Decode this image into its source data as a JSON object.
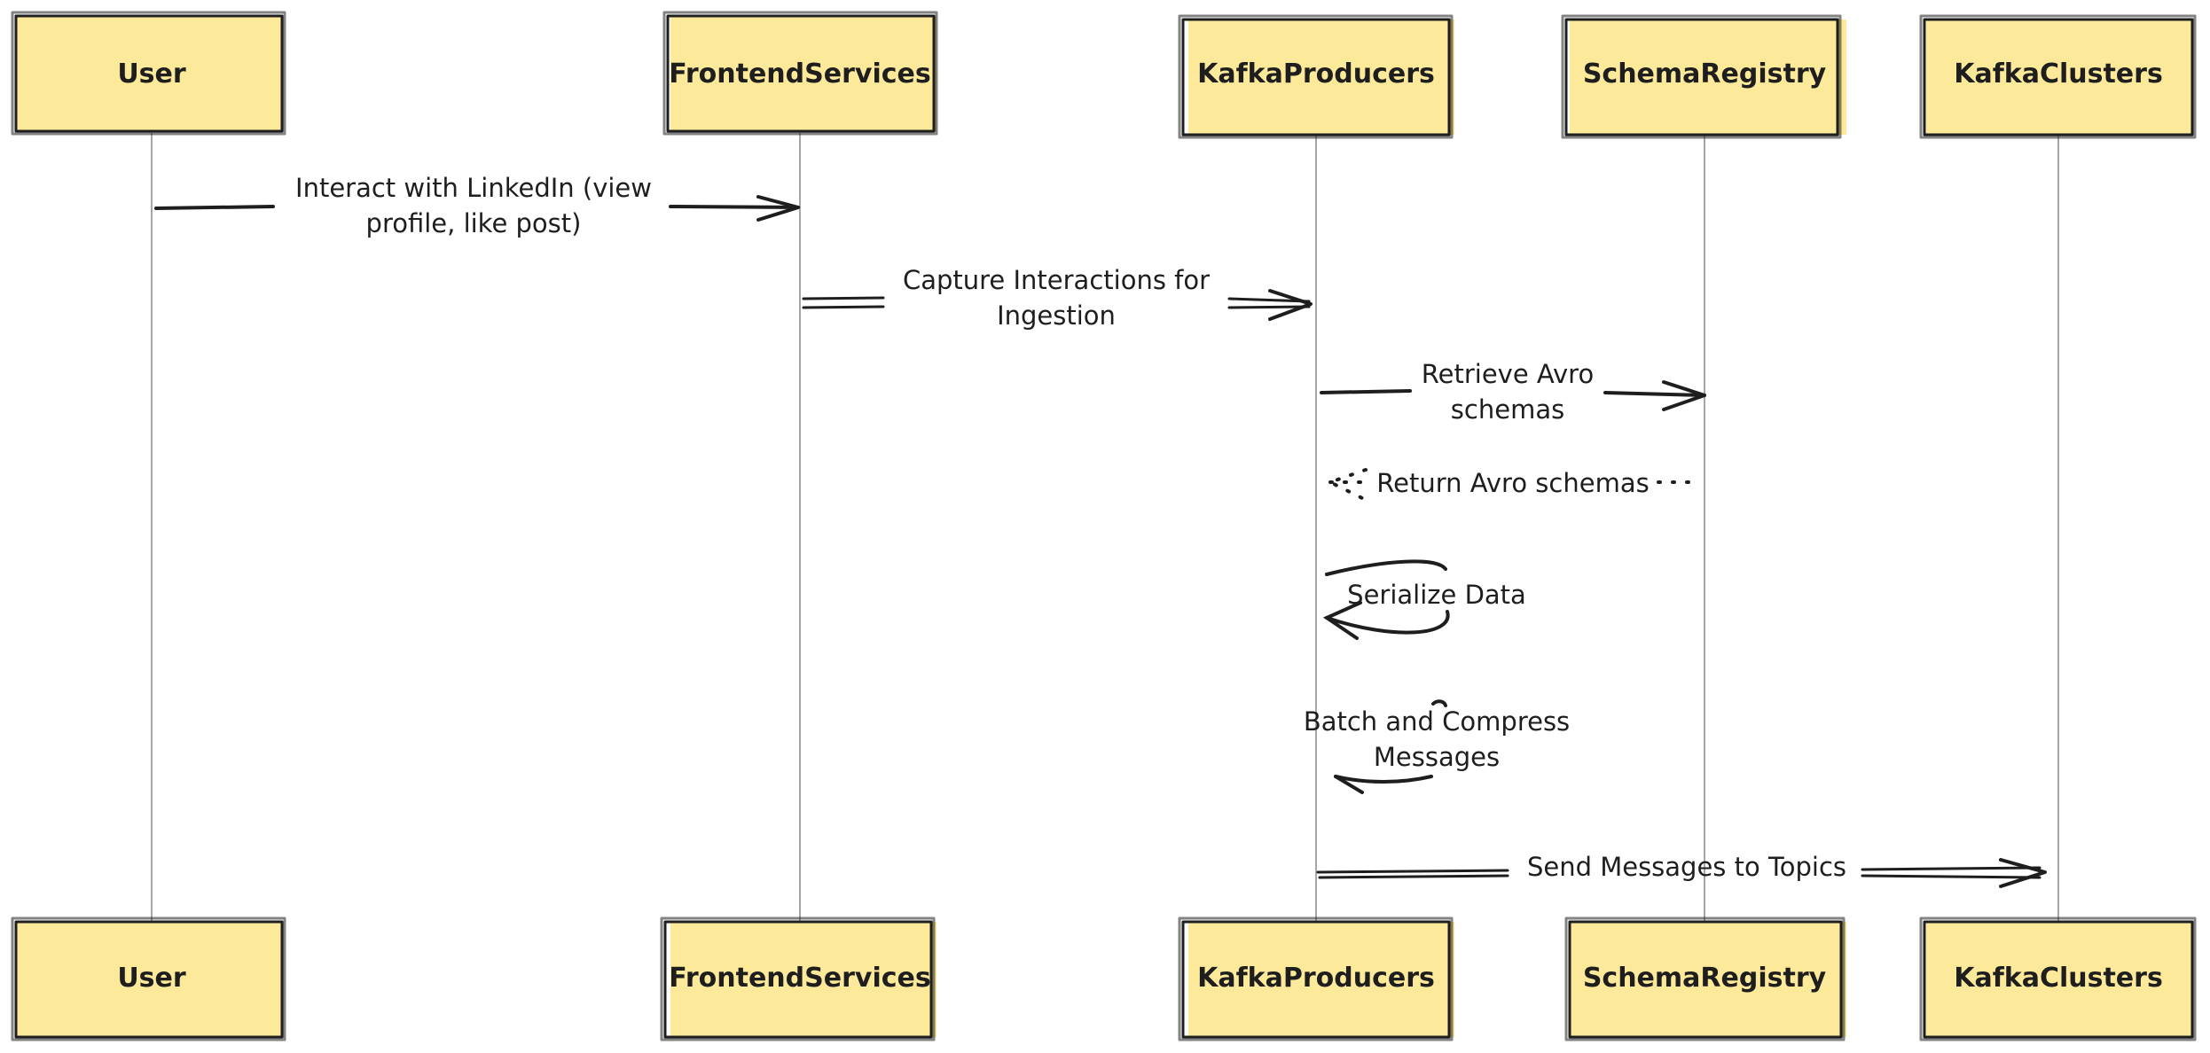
{
  "participants": [
    {
      "id": "user",
      "label": "User"
    },
    {
      "id": "frontend",
      "label": "FrontendServices"
    },
    {
      "id": "producers",
      "label": "KafkaProducers"
    },
    {
      "id": "registry",
      "label": "SchemaRegistry"
    },
    {
      "id": "clusters",
      "label": "KafkaClusters"
    }
  ],
  "messages": [
    {
      "from": "User",
      "to": "FrontendServices",
      "style": "solid",
      "lines": [
        "Interact with LinkedIn (view",
        "profile, like post)"
      ]
    },
    {
      "from": "FrontendServices",
      "to": "KafkaProducers",
      "style": "double",
      "lines": [
        "Capture Interactions for",
        "Ingestion"
      ]
    },
    {
      "from": "KafkaProducers",
      "to": "SchemaRegistry",
      "style": "solid",
      "lines": [
        "Retrieve Avro",
        "schemas"
      ]
    },
    {
      "from": "SchemaRegistry",
      "to": "KafkaProducers",
      "style": "dotted",
      "lines": [
        "Return Avro schemas"
      ]
    },
    {
      "from": "KafkaProducers",
      "to": "KafkaProducers",
      "style": "self",
      "lines": [
        "Serialize Data"
      ]
    },
    {
      "from": "KafkaProducers",
      "to": "KafkaProducers",
      "style": "self",
      "lines": [
        "Batch and Compress",
        "Messages"
      ]
    },
    {
      "from": "KafkaProducers",
      "to": "KafkaClusters",
      "style": "double",
      "lines": [
        "Send Messages to Topics"
      ]
    }
  ],
  "colors": {
    "box_fill": "#fde99a",
    "stroke": "#1e1e1e",
    "lifeline": "#a6a6a6"
  }
}
